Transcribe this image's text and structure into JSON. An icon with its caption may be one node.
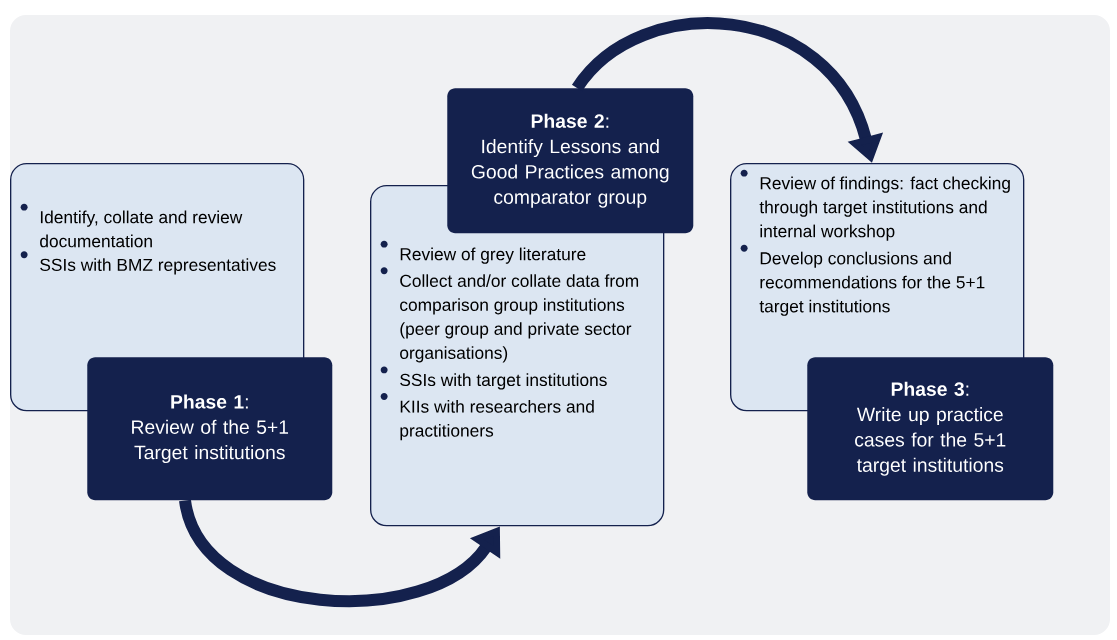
{
  "diagram": {
    "nodes": [
      {
        "text": [
          "Identify, collate and review documentation",
          "SSIs with BMZ representatives"
        ]
      },
      {
        "text": [
          "**Phase 1**:",
          "Review of the 5+1 Target institutions"
        ]
      },
      {
        "text": [
          "Review of grey literature",
          "Collect and/or collate data from comparison group institutions (peer group and private sector organisations)",
          "SSIs with target institutions",
          "KIIs with researchers and practitioners"
        ]
      },
      {
        "text": [
          "**Phase 2**:",
          "Identify Lessons and Good Practices among comparator group"
        ]
      },
      {
        "text": [
          "Review of findings: fact checking through target institutions and internal workshop",
          "Develop conclusions and recommendations for the 5+1 target institutions"
        ]
      },
      {
        "text": [
          "**Phase 3**:",
          "Write up practice cases for the 5+1 target institutions"
        ]
      }
    ],
    "edges": [
      {
        "from": 1,
        "to": 2,
        "arrow": "to"
      },
      {
        "from": 3,
        "to": 4,
        "arrow": "to"
      }
    ]
  }
}
